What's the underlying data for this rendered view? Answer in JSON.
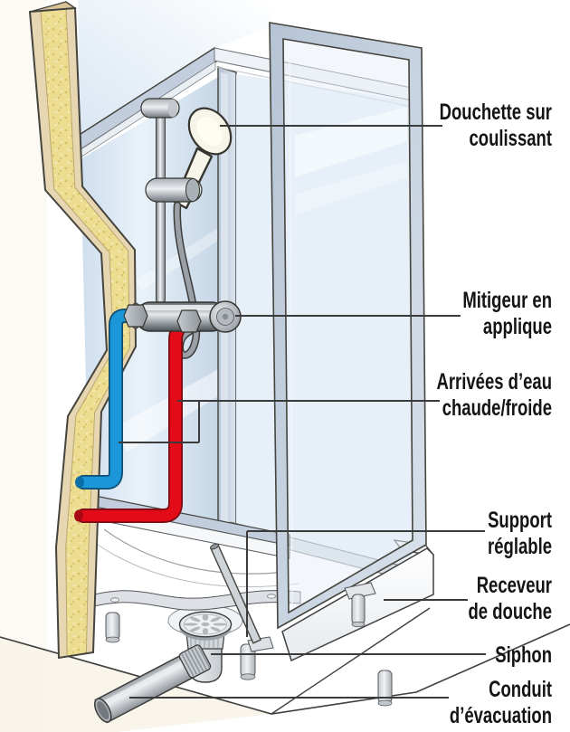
{
  "figure": {
    "kind": "technical-illustration",
    "subject_parts": [
      "hand-shower-on-slide-bar",
      "wall-mounted-mixer",
      "hot-cold-water-supply",
      "adjustable-support",
      "shower-tray",
      "siphon",
      "waste-pipe"
    ]
  },
  "labels": [
    {
      "id": "douchette",
      "text": "Douchette sur\ncoulissant"
    },
    {
      "id": "mitigeur",
      "text": "Mitigeur en\napplique"
    },
    {
      "id": "arrivees",
      "text": "Arrivées d’eau\nchaude/froide"
    },
    {
      "id": "support",
      "text": "Support\nréglable"
    },
    {
      "id": "receveur",
      "text": "Receveur\nde douche"
    },
    {
      "id": "siphon",
      "text": "Siphon"
    },
    {
      "id": "conduit",
      "text": "Conduit\nd’évacuation"
    }
  ],
  "colors": {
    "hot_water_pipe": "#e30b17",
    "cold_water_pipe": "#1b96d8",
    "enclosure_frame": "#c2cedd",
    "glass": "#e7f0f8",
    "wall_insulation": "#eddd90",
    "wall_panel": "#e7d6b2",
    "metal": "#9aa1a8",
    "callout_line": "#3b3b3b",
    "background": "#ffffff"
  }
}
